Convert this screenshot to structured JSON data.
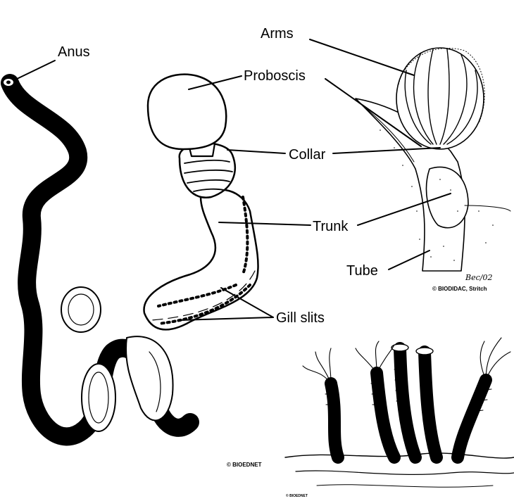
{
  "labels": {
    "anus": "Anus",
    "proboscis": "Proboscis",
    "collar": "Collar",
    "trunk": "Trunk",
    "gill_slits": "Gill slits",
    "arms": "Arms",
    "tube": "Tube"
  },
  "credits": {
    "signature": "Bec/02",
    "biodidac": "© BIODIDAC, Stritch",
    "bioednet_main": "© BIOEDNET",
    "bioednet_colony": "© BIOEDNET"
  }
}
